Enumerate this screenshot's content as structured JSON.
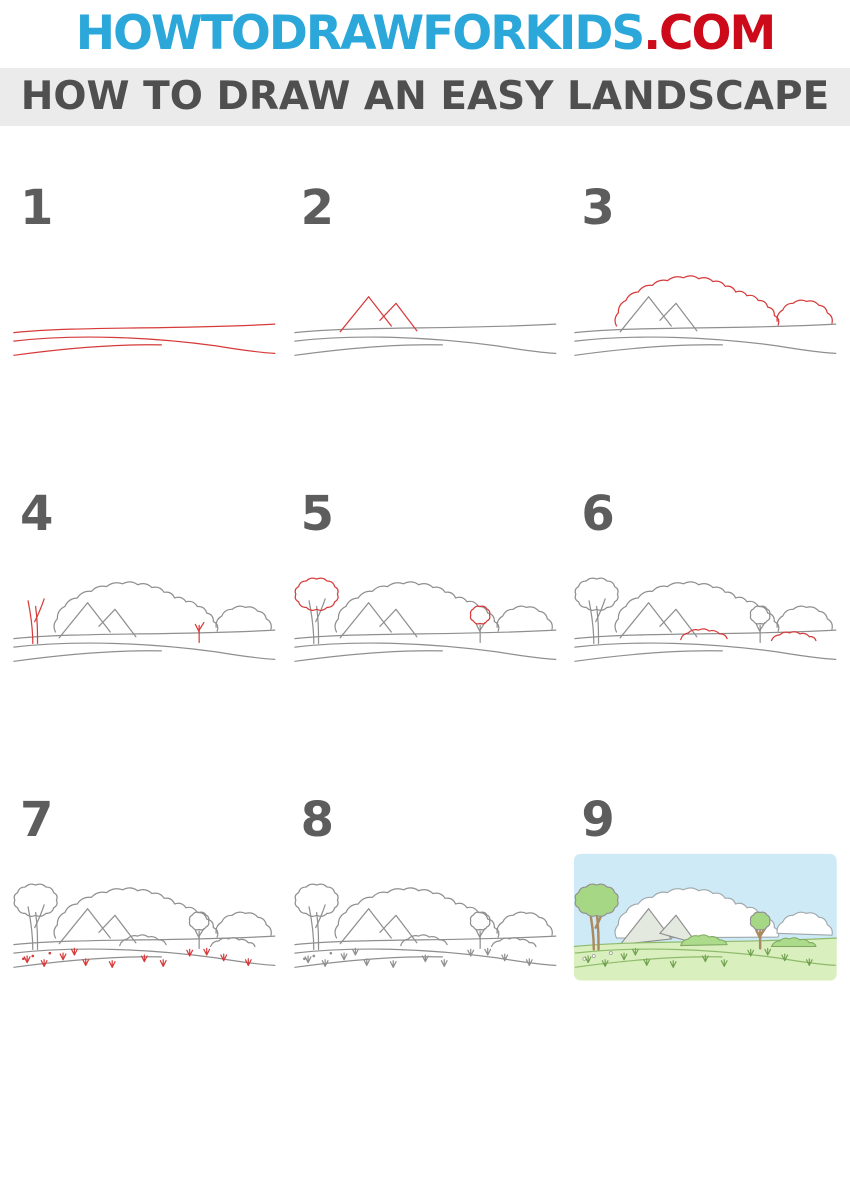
{
  "logo": {
    "main": "HOWTODRAWFORKIDS",
    "tld": ".COM"
  },
  "banner": {
    "title": "HOW TO DRAW AN EASY LANDSCAPE"
  },
  "colors": {
    "logo_blue": "#2ba7d9",
    "logo_red": "#cc0a1a",
    "banner_bg": "#ebebeb",
    "banner_text": "#4f4f4f",
    "number_gray": "#5d5d5d",
    "old_stroke": "#8f8f8f",
    "new_stroke": "#d63a3a",
    "sky": "#cfeaf7",
    "cloud_fill": "#ffffff",
    "cloud_stroke": "#9fa8ab",
    "mountain_fill": "#e4e9e0",
    "ground_fill": "#d9efbe",
    "ground_line": "#8fba6b",
    "bush_fill": "#abdb8b",
    "bush_stroke": "#7fa85f",
    "foliage_fill": "#a5d784",
    "trunk_brown": "#aa8a60",
    "grass_green": "#6fa04e",
    "flower_white": "#ffffff"
  },
  "steps": [
    {
      "number": "1",
      "layers": {
        "ground": "new"
      }
    },
    {
      "number": "2",
      "layers": {
        "ground": "old",
        "mountains": "new"
      }
    },
    {
      "number": "3",
      "layers": {
        "ground": "old",
        "mountains": "old",
        "clouds": "new"
      }
    },
    {
      "number": "4",
      "layers": {
        "ground": "old",
        "mountains": "old",
        "clouds": "old",
        "trunks": "new"
      }
    },
    {
      "number": "5",
      "layers": {
        "ground": "old",
        "mountains": "old",
        "clouds": "old",
        "trunks": "old",
        "foliage": "new"
      }
    },
    {
      "number": "6",
      "layers": {
        "ground": "old",
        "mountains": "old",
        "clouds": "old",
        "trunks": "old",
        "foliage": "old",
        "bushes": "new"
      }
    },
    {
      "number": "7",
      "layers": {
        "ground": "old",
        "mountains": "old",
        "clouds": "old",
        "trunks": "old",
        "foliage": "old",
        "bushes": "old",
        "grass": "new"
      }
    },
    {
      "number": "8",
      "layers": {
        "ground": "old",
        "mountains": "old",
        "clouds": "old",
        "trunks": "old",
        "foliage": "old",
        "bushes": "old",
        "grass": "old"
      }
    },
    {
      "number": "9",
      "colored": true
    }
  ]
}
